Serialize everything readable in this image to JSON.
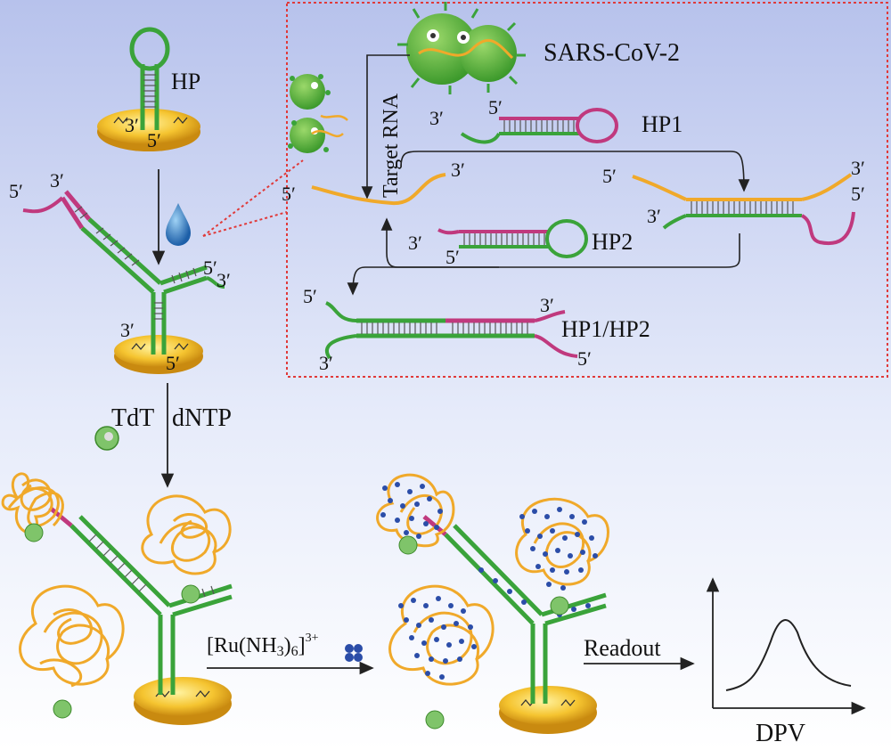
{
  "labels": {
    "hp": "HP",
    "sars": "SARS-CoV-2",
    "hp1": "HP1",
    "hp2": "HP2",
    "hp1hp2": "HP1/HP2",
    "target_rna": "Target RNA",
    "tdt": "TdT",
    "dntp": "dNTP",
    "ru_base": "[Ru(NH",
    "ru_sub3": "3",
    "ru_mid": ")",
    "ru_sub6": "6",
    "ru_end": "]",
    "ru_charge": "3+",
    "readout": "Readout",
    "dpv": "DPV",
    "three_prime": "3′",
    "five_prime": "5′"
  },
  "colors": {
    "green": "#3aa33a",
    "pink": "#c0397e",
    "orange": "#f0a92a",
    "gold": "#f2c233",
    "ru_blue": "#2b4da8",
    "dotted_red": "#e03a3a"
  }
}
